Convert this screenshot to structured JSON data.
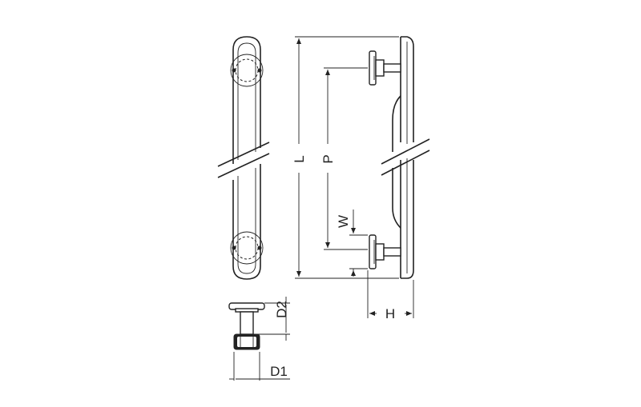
{
  "labels": {
    "L": "L",
    "P": "P",
    "W": "W",
    "H": "H",
    "D1": "D1",
    "D2": "D2"
  }
}
